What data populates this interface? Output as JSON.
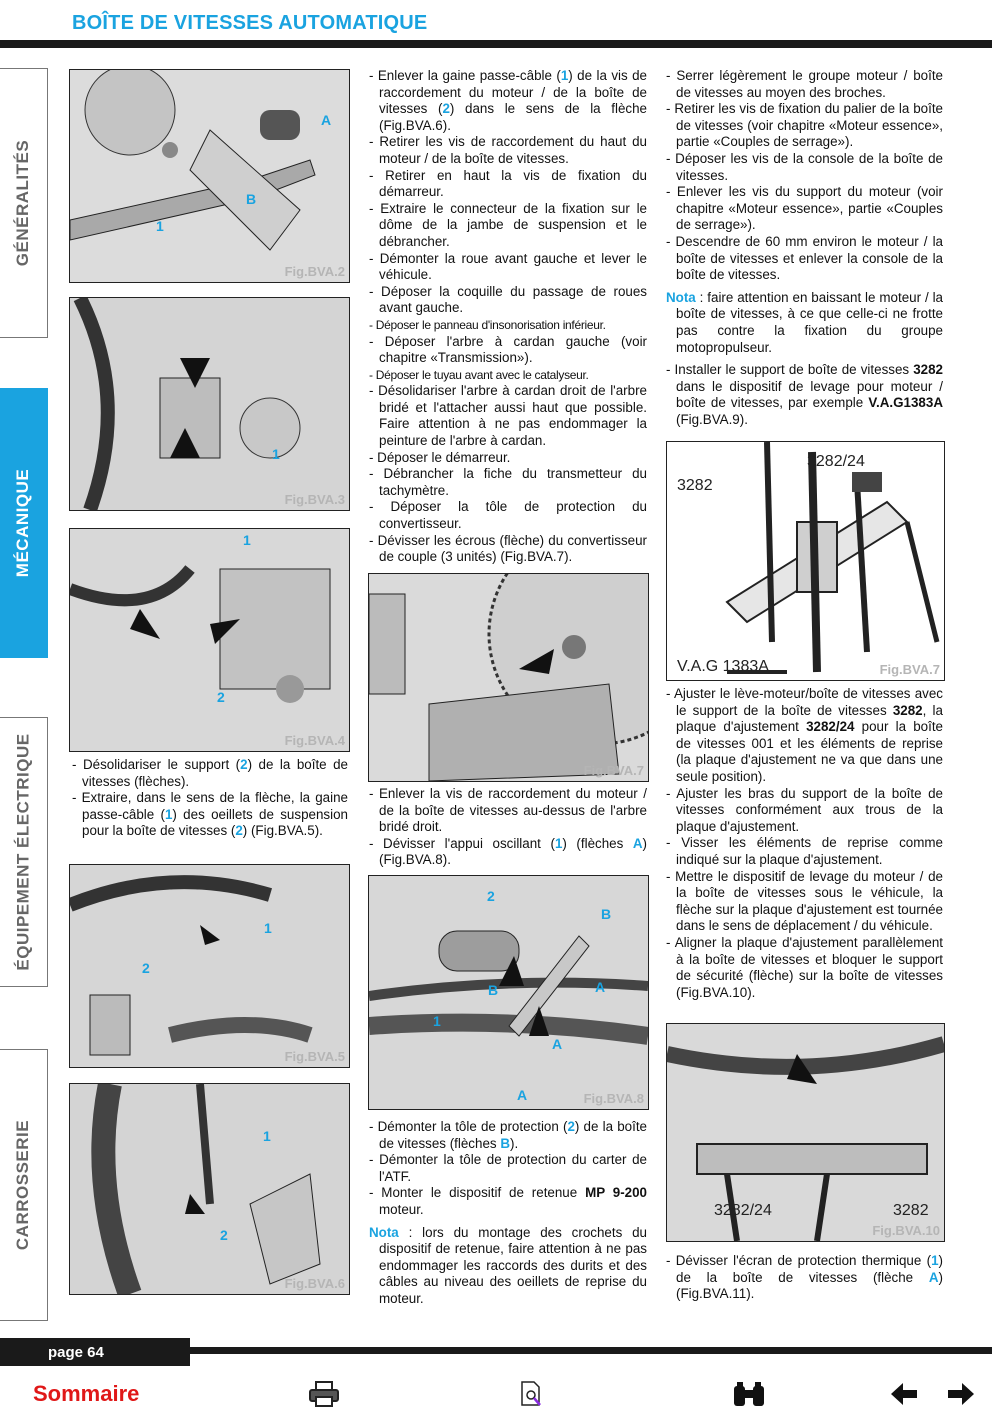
{
  "header": {
    "title": "BOÎTE DE VITESSES AUTOMATIQUE"
  },
  "side_tabs": [
    {
      "label": "GÉNÉRALITÉS",
      "active": false
    },
    {
      "label": "MÉCANIQUE",
      "active": true
    },
    {
      "label": "ÉQUIPEMENT ÉLECTRIQUE",
      "active": false
    },
    {
      "label": "CARROSSERIE",
      "active": false
    }
  ],
  "figures": {
    "bva2": {
      "label": "Fig.BVA.2",
      "callouts": [
        "A",
        "B",
        "1"
      ]
    },
    "bva3": {
      "label": "Fig.BVA.3",
      "callouts": [
        "1"
      ]
    },
    "bva4": {
      "label": "Fig.BVA.4",
      "callouts": [
        "1",
        "2"
      ]
    },
    "bva5": {
      "label": "Fig.BVA.5",
      "callouts": [
        "1",
        "2"
      ]
    },
    "bva6": {
      "label": "Fig.BVA.6",
      "callouts": [
        "1",
        "2"
      ]
    },
    "bva7a": {
      "label": "Fig.BVA.7"
    },
    "bva8": {
      "label": "Fig.BVA.8",
      "callouts": [
        "2",
        "B",
        "B",
        "A",
        "1",
        "A",
        "A"
      ]
    },
    "bva7b": {
      "label": "Fig.BVA.7",
      "callouts": [
        "3282",
        "3282/24",
        "V.A.G 1383A"
      ]
    },
    "bva10": {
      "label": "Fig.BVA.10",
      "callouts": [
        "3282/24",
        "3282"
      ]
    }
  },
  "col1_text": [
    {
      "a": "- Désolidariser le support (",
      "n": "2",
      "b": ") de la boîte de vitesses (flèches)."
    },
    {
      "a": "- Extraire, dans le sens de la flèche, la gaine passe-câble (",
      "n": "1",
      "b": ") des oeillets de suspension pour la boîte de vitesses (",
      "n2": "2",
      "c": ") (Fig.BVA.5)."
    }
  ],
  "col2_text": {
    "p1": {
      "a": "- Enlever la gaine passe-câble (",
      "n1": "1",
      "b": ") de la vis de raccordement du moteur / de la boîte de vitesses (",
      "n2": "2",
      "c": ") dans le sens de la flèche (Fig.BVA.6)."
    },
    "items": [
      "- Retirer les vis de raccordement du haut du moteur / de la boîte de vitesses.",
      "- Retirer en haut la vis de fixation du démarreur.",
      "- Extraire le connecteur de la fixation sur le dôme de la jambe de suspension et le débrancher.",
      "- Démonter la roue avant gauche et lever le véhicule.",
      "- Déposer la coquille du passage de roues avant gauche."
    ],
    "cond1": "- Déposer le panneau d'insonorisation inférieur.",
    "item_trans": "- Déposer l'arbre à cardan gauche (voir chapitre «Transmission»).",
    "cond2": "- Déposer le tuyau avant avec le catalyseur.",
    "items2": [
      "- Désolidariser l'arbre à cardan droit de l'arbre bridé et l'attacher aussi haut que possible. Faire attention à ne pas endommager la peinture de l'arbre à cardan.",
      "- Déposer le démarreur.",
      "- Débrancher la fiche du transmetteur du tachymètre.",
      "- Déposer la tôle de protection du convertisseur.",
      "- Dévisser les écrous (flèche) du convertisseur de couple (3 unités) (Fig.BVA.7)."
    ],
    "after7": "- Enlever la vis de raccordement du moteur / de la boîte de vitesses au-dessus de l'arbre bridé droit.",
    "after7b": {
      "a": "- Dévisser l'appui oscillant (",
      "n": "1",
      "b": ") (flèches ",
      "l": "A",
      "c": ") (Fig.BVA.8)."
    },
    "after8a": {
      "a": "- Démonter la tôle de protection (",
      "n": "2",
      "b": ") de la boîte de vitesses (flèches ",
      "l": "B",
      "c": ")."
    },
    "after8b": "- Démonter la tôle de protection du carter de l'ATF.",
    "after8c": {
      "a": "- Monter le dispositif de retenue ",
      "bold": "MP 9-200",
      "b": " moteur."
    },
    "nota": {
      "label": "Nota",
      "text": " : lors du montage des crochets du dispositif de retenue, faire attention à ne pas endommager les raccords des durits et des câbles au niveau des oeillets de reprise du moteur."
    }
  },
  "col3_text": {
    "items": [
      "- Serrer légèrement le groupe moteur / boîte de vitesses au moyen des broches.",
      "- Retirer les vis de fixation du palier de la boîte de vitesses (voir chapitre «Moteur essence», partie «Couples de serrage»).",
      "- Déposer les vis de la console de la boîte de vitesses.",
      "- Enlever les vis du support du moteur (voir chapitre «Moteur essence», partie «Couples de serrage»).",
      "- Descendre de 60 mm environ le moteur / la boîte de vitesses et enlever la console de la boîte de vitesses."
    ],
    "nota": {
      "label": "Nota",
      "text": " : faire attention en baissant le moteur / la boîte de vitesses, à ce que celle-ci ne frotte pas contre la fixation du groupe motopropulseur."
    },
    "install": {
      "a": "- Installer le support de boîte de vitesses ",
      "b1": "3282",
      "b": " dans le dispositif de levage pour moteur / boîte de vitesses, par exemple ",
      "b2": "V.A.G1383A",
      "c": " (Fig.BVA.9)."
    },
    "adjust": {
      "a": "- Ajuster le lève-moteur/boîte de vitesses avec le support de la boîte de vitesses ",
      "b1": "3282",
      "b": ", la plaque d'ajustement ",
      "b2": "3282/24",
      "c": " pour la boîte de vitesses 001 et les éléments de reprise (la plaque d'ajustement ne va que dans une seule position)."
    },
    "items2": [
      "- Ajuster les bras du support de la boîte de vitesses conformément aux trous de la plaque d'ajustement.",
      "- Visser les éléments de reprise comme indiqué sur la plaque d'ajustement.",
      "- Mettre le dispositif de levage du moteur / de la boîte de vitesses sous le véhicule, la flèche sur la plaque d'ajustement est tournée dans le sens de déplacement / du véhicule.",
      "- Aligner la plaque d'ajustement parallèlement à la boîte de vitesses et bloquer le support de sécurité (flèche) sur la boîte de vitesses (Fig.BVA.10)."
    ],
    "last": {
      "a": "- Dévisser l'écran de protection thermique (",
      "n": "1",
      "b": ") de la boîte de vitesses (flèche ",
      "l": "A",
      "c": ") (Fig.BVA.11)."
    }
  },
  "footer": {
    "page": "page 64",
    "sommaire": "Sommaire"
  },
  "nav_icons": [
    "printer-icon",
    "document-search-icon",
    "binoculars-icon",
    "arrow-left-icon",
    "arrow-right-icon"
  ]
}
